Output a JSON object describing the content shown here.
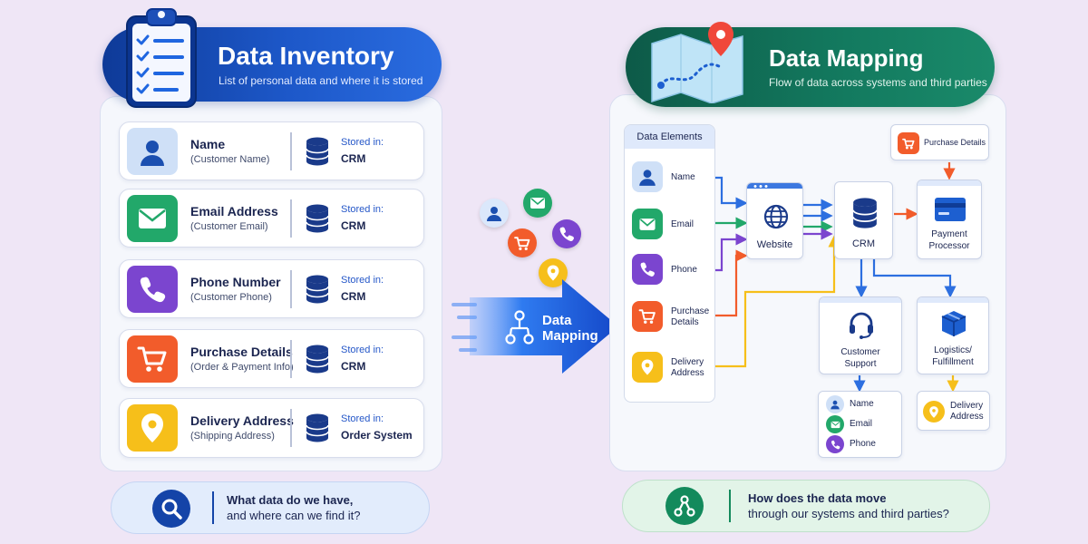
{
  "inventory": {
    "title": "Data Inventory",
    "subtitle": "List of personal data and where it is stored",
    "stored_label": "Stored in:",
    "rows": [
      {
        "name": "Name",
        "desc": "(Customer Name)",
        "stored": "CRM",
        "icon": "person-icon",
        "color": "#cfe0f7"
      },
      {
        "name": "Email Address",
        "desc": "(Customer Email)",
        "stored": "CRM",
        "icon": "envelope-icon",
        "color": "#22a86a"
      },
      {
        "name": "Phone Number",
        "desc": "(Customer Phone)",
        "stored": "CRM",
        "icon": "phone-icon",
        "color": "#7b45cf"
      },
      {
        "name": "Purchase Details",
        "desc": "(Order & Payment Info)",
        "stored": "CRM",
        "icon": "cart-icon",
        "color": "#f25c2b"
      },
      {
        "name": "Delivery Address",
        "desc": "(Shipping Address)",
        "stored": "Order System",
        "icon": "location-pin-icon",
        "color": "#f6bf1a"
      }
    ],
    "footer": {
      "line1": "What data do we have,",
      "line2": "and where can we find it?"
    }
  },
  "arrow": {
    "line1": "Data",
    "line2": "Mapping"
  },
  "mapping": {
    "title": "Data Mapping",
    "subtitle": "Flow of data across systems and third parties",
    "elements_header": "Data Elements",
    "elements": [
      {
        "label1": "Name",
        "label2": "",
        "icon": "person-icon"
      },
      {
        "label1": "Email",
        "label2": "",
        "icon": "envelope-icon"
      },
      {
        "label1": "Phone",
        "label2": "",
        "icon": "phone-icon"
      },
      {
        "label1": "Purchase",
        "label2": "Details",
        "icon": "cart-icon"
      },
      {
        "label1": "Delivery",
        "label2": "Address",
        "icon": "location-pin-icon"
      }
    ],
    "nodes": {
      "website": "Website",
      "crm": "CRM",
      "purchase_details": "Purchase Details",
      "payment_line1": "Payment",
      "payment_line2": "Processor",
      "support_line1": "Customer",
      "support_line2": "Support",
      "logistics_line1": "Logistics/",
      "logistics_line2": "Fulfillment"
    },
    "support_items": [
      "Name",
      "Email",
      "Phone"
    ],
    "logistics_item_line1": "Delivery",
    "logistics_item_line2": "Address",
    "footer": {
      "line1": "How does the data move",
      "line2": "through our systems and third parties?"
    }
  },
  "colors": {
    "blue": "#2d6fe0",
    "green": "#22a86a",
    "purple": "#7b45cf",
    "orange": "#f25c2b",
    "yellow": "#f6bf1a"
  }
}
